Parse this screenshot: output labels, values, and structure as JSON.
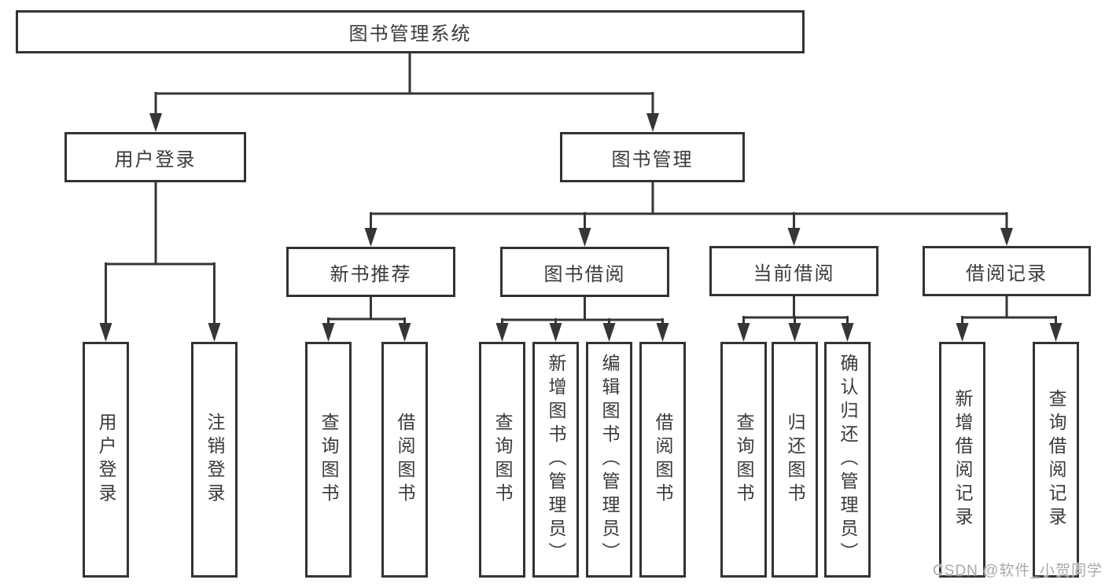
{
  "diagram": {
    "root": {
      "label": "图书管理系统"
    },
    "children": [
      {
        "label": "用户登录",
        "children": [
          {
            "label": "用户登录"
          },
          {
            "label": "注销登录"
          }
        ]
      },
      {
        "label": "图书管理",
        "children": [
          {
            "label": "新书推荐",
            "children": [
              {
                "label": "查询图书"
              },
              {
                "label": "借阅图书"
              }
            ]
          },
          {
            "label": "图书借阅",
            "children": [
              {
                "label": "查询图书"
              },
              {
                "label": "新增图书（管理员）"
              },
              {
                "label": "编辑图书（管理员）"
              },
              {
                "label": "借阅图书"
              }
            ]
          },
          {
            "label": "当前借阅",
            "children": [
              {
                "label": "查询图书"
              },
              {
                "label": "归还图书"
              },
              {
                "label": "确认归还（管理员）"
              }
            ]
          },
          {
            "label": "借阅记录",
            "children": [
              {
                "label": "新增借阅记录"
              },
              {
                "label": "查询借阅记录"
              }
            ]
          }
        ]
      }
    ]
  },
  "watermark": {
    "text": "CSDN @软件_小贺同学"
  },
  "colors": {
    "line": "#363636",
    "border": "#333333",
    "text": "#3a3a3a",
    "watermark": "#a9a9a9",
    "background": "#ffffff"
  }
}
